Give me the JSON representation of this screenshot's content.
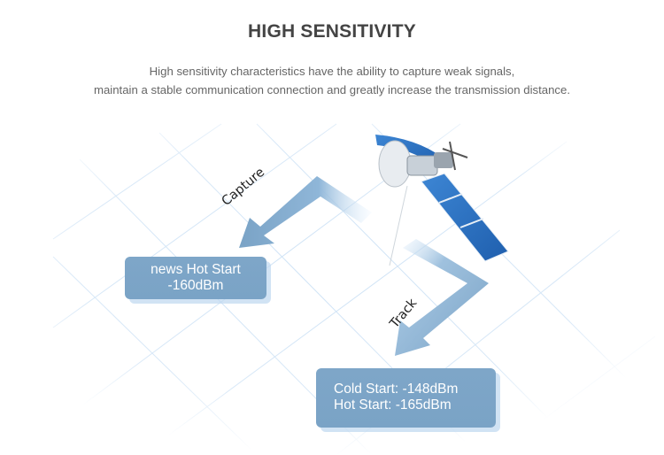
{
  "header": {
    "title": "HIGH SENSITIVITY",
    "description_line1": "High sensitivity characteristics have the ability to capture weak signals,",
    "description_line2": "maintain a stable communication connection and greatly increase the transmission distance."
  },
  "diagram": {
    "capture_label": "Capture",
    "track_label": "Track",
    "capture_box": {
      "line1": "news Hot Start",
      "line2": "-160dBm"
    },
    "track_box": {
      "line1": "Cold Start: -148dBm",
      "line2": "Hot Start: -165dBm"
    },
    "colors": {
      "box": "#7ea6c8",
      "arrow": "#7aa3c6",
      "grid": "#cfe3f6",
      "panel": "#2f74c0"
    }
  }
}
